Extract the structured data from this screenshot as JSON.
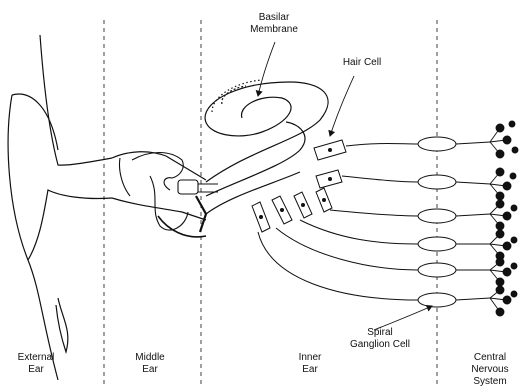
{
  "labels": {
    "basilar_membrane": [
      "Basilar",
      "Membrane"
    ],
    "hair_cell": "Hair Cell",
    "spiral_ganglion_cell": [
      "Spiral",
      "Ganglion Cell"
    ]
  },
  "regions": [
    {
      "id": "external-ear",
      "lines": [
        "External",
        "Ear"
      ]
    },
    {
      "id": "middle-ear",
      "lines": [
        "Middle",
        "Ear"
      ]
    },
    {
      "id": "inner-ear",
      "lines": [
        "Inner",
        "Ear"
      ]
    },
    {
      "id": "central-nervous-system",
      "lines": [
        "Central",
        "Nervous",
        "System"
      ]
    }
  ],
  "colors": {
    "ink": "#111111",
    "background": "#ffffff"
  }
}
